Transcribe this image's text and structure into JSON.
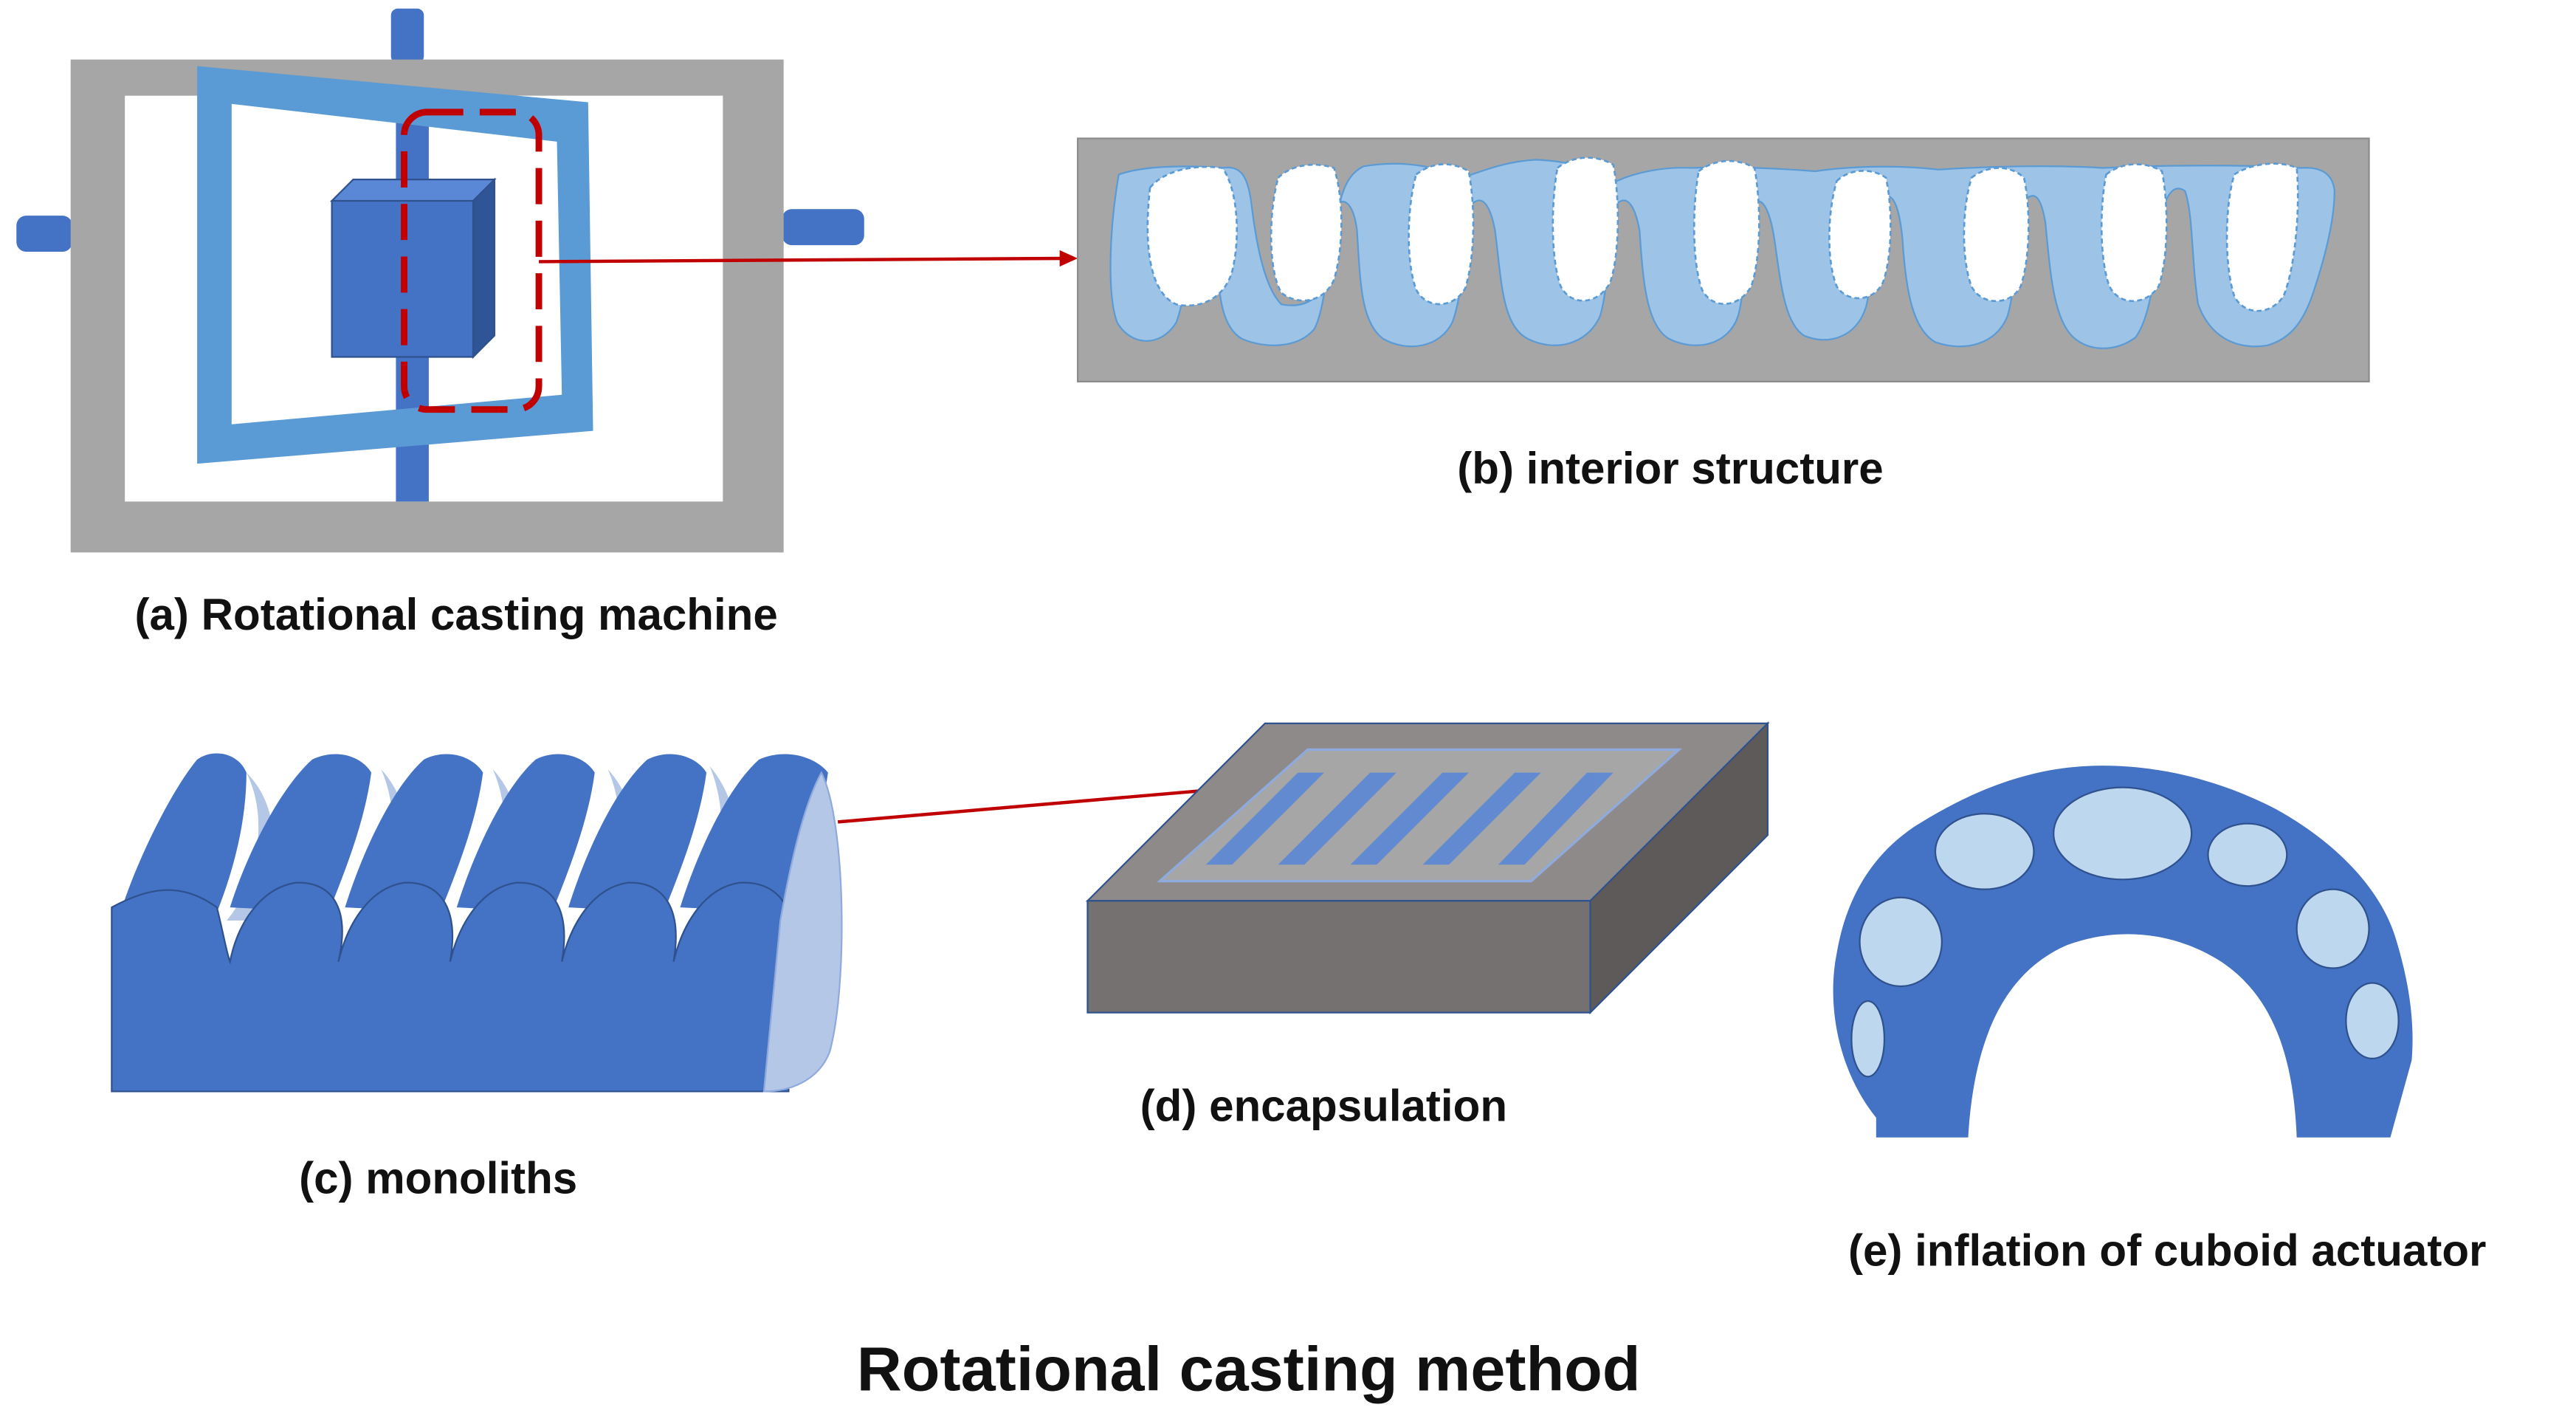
{
  "labels": {
    "a": "(a) Rotational casting machine",
    "b": "(b) interior structure",
    "c": "(c) monoliths",
    "d": "(d) encapsulation",
    "e": "(e) inflation of cuboid actuator",
    "title": "Rotational casting method"
  },
  "colors": {
    "frame_gray": "#A6A6A6",
    "light_blue": "#5B9BD5",
    "dark_blue": "#4472C4",
    "pale_blue": "#B4C7E7",
    "red": "#C00000",
    "box_gray": "#767171"
  }
}
